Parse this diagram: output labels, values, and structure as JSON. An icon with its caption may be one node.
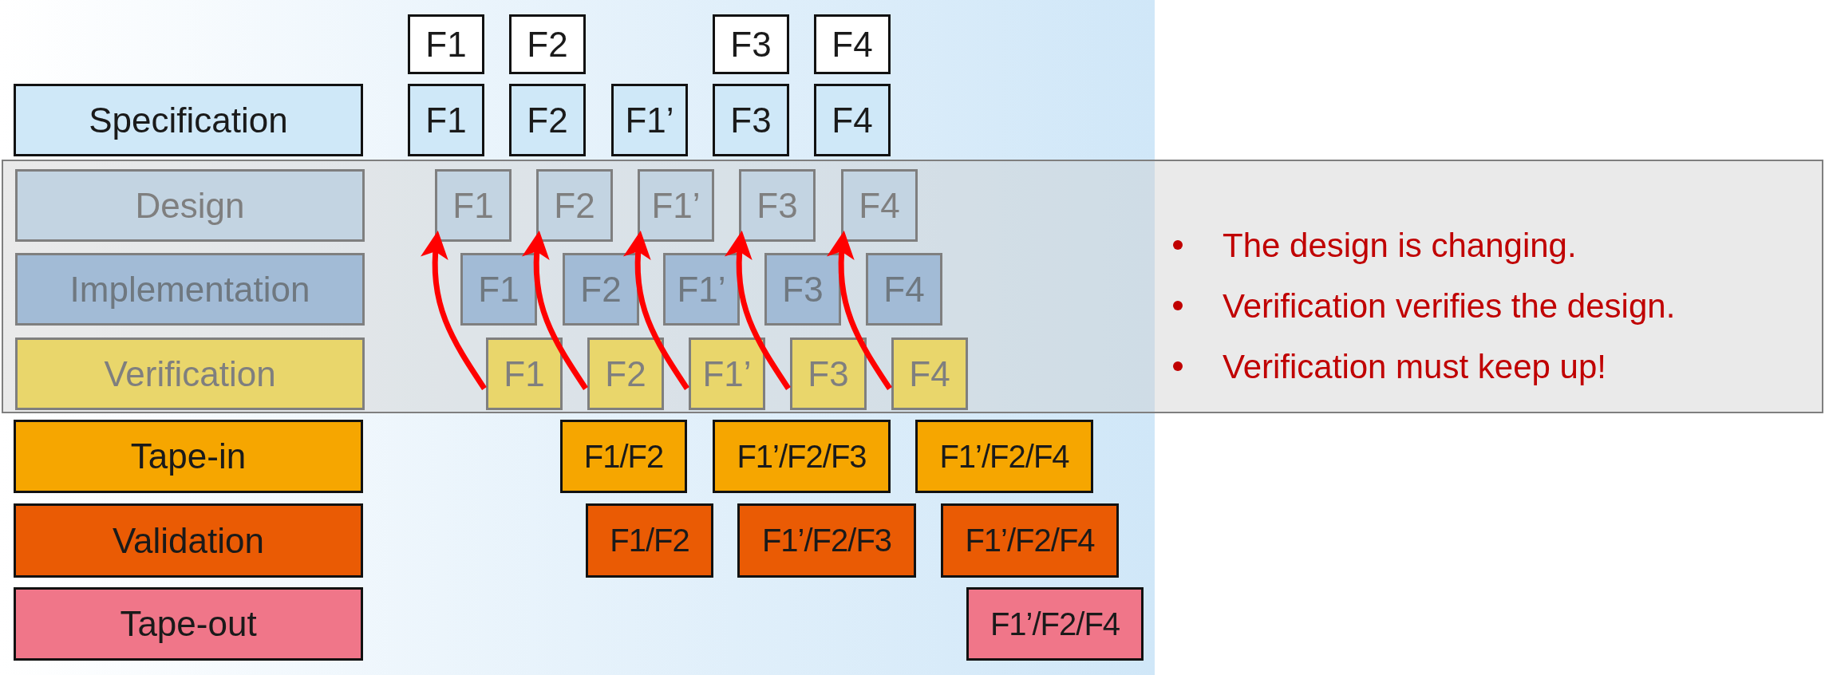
{
  "diagram": {
    "nodes": [
      {
        "text": [
          "F1"
        ]
      },
      {
        "text": [
          "F2"
        ]
      },
      {
        "text": [
          "F3"
        ]
      },
      {
        "text": [
          "F4"
        ]
      },
      {
        "text": [
          "Specification"
        ]
      },
      {
        "text": [
          "F1"
        ]
      },
      {
        "text": [
          "F2"
        ]
      },
      {
        "text": [
          "F1’"
        ]
      },
      {
        "text": [
          "F3"
        ]
      },
      {
        "text": [
          "F4"
        ]
      },
      {
        "text": [
          "The design is changing.",
          "Verification verifies the design.",
          "Verification must keep up!"
        ]
      },
      {
        "text": [
          "Design"
        ],
        "in": 10
      },
      {
        "text": [
          "F1"
        ],
        "in": 10
      },
      {
        "text": [
          "F2"
        ],
        "in": 10
      },
      {
        "text": [
          "F1’"
        ],
        "in": 10
      },
      {
        "text": [
          "F3"
        ],
        "in": 10
      },
      {
        "text": [
          "F4"
        ],
        "in": 10
      },
      {
        "text": [
          "Implementation"
        ],
        "in": 10
      },
      {
        "text": [
          "F1"
        ],
        "in": 10
      },
      {
        "text": [
          "F2"
        ],
        "in": 10
      },
      {
        "text": [
          "F1’"
        ],
        "in": 10
      },
      {
        "text": [
          "F3"
        ],
        "in": 10
      },
      {
        "text": [
          "F4"
        ],
        "in": 10
      },
      {
        "text": [
          "Verification"
        ],
        "in": 10
      },
      {
        "text": [
          "F1"
        ],
        "in": 10
      },
      {
        "text": [
          "F2"
        ],
        "in": 10
      },
      {
        "text": [
          "F1’"
        ],
        "in": 10
      },
      {
        "text": [
          "F3"
        ],
        "in": 10
      },
      {
        "text": [
          "F4"
        ],
        "in": 10
      },
      {
        "text": [
          "Tape-in"
        ]
      },
      {
        "text": [
          "F1/F2"
        ]
      },
      {
        "text": [
          "F1’/F2/F3"
        ]
      },
      {
        "text": [
          "F1’/F2/F4"
        ]
      },
      {
        "text": [
          "Validation"
        ]
      },
      {
        "text": [
          "F1/F2"
        ]
      },
      {
        "text": [
          "F1’/F2/F3"
        ]
      },
      {
        "text": [
          "F1’/F2/F4"
        ]
      },
      {
        "text": [
          "Tape-out"
        ]
      },
      {
        "text": [
          "F1’/F2/F4"
        ]
      }
    ],
    "edges": [
      {
        "from": 24,
        "to": 12,
        "arrow": "to"
      },
      {
        "from": 25,
        "to": 13,
        "arrow": "to"
      },
      {
        "from": 26,
        "to": 14,
        "arrow": "to"
      },
      {
        "from": 27,
        "to": 15,
        "arrow": "to"
      },
      {
        "from": 28,
        "to": 16,
        "arrow": "to"
      }
    ]
  }
}
